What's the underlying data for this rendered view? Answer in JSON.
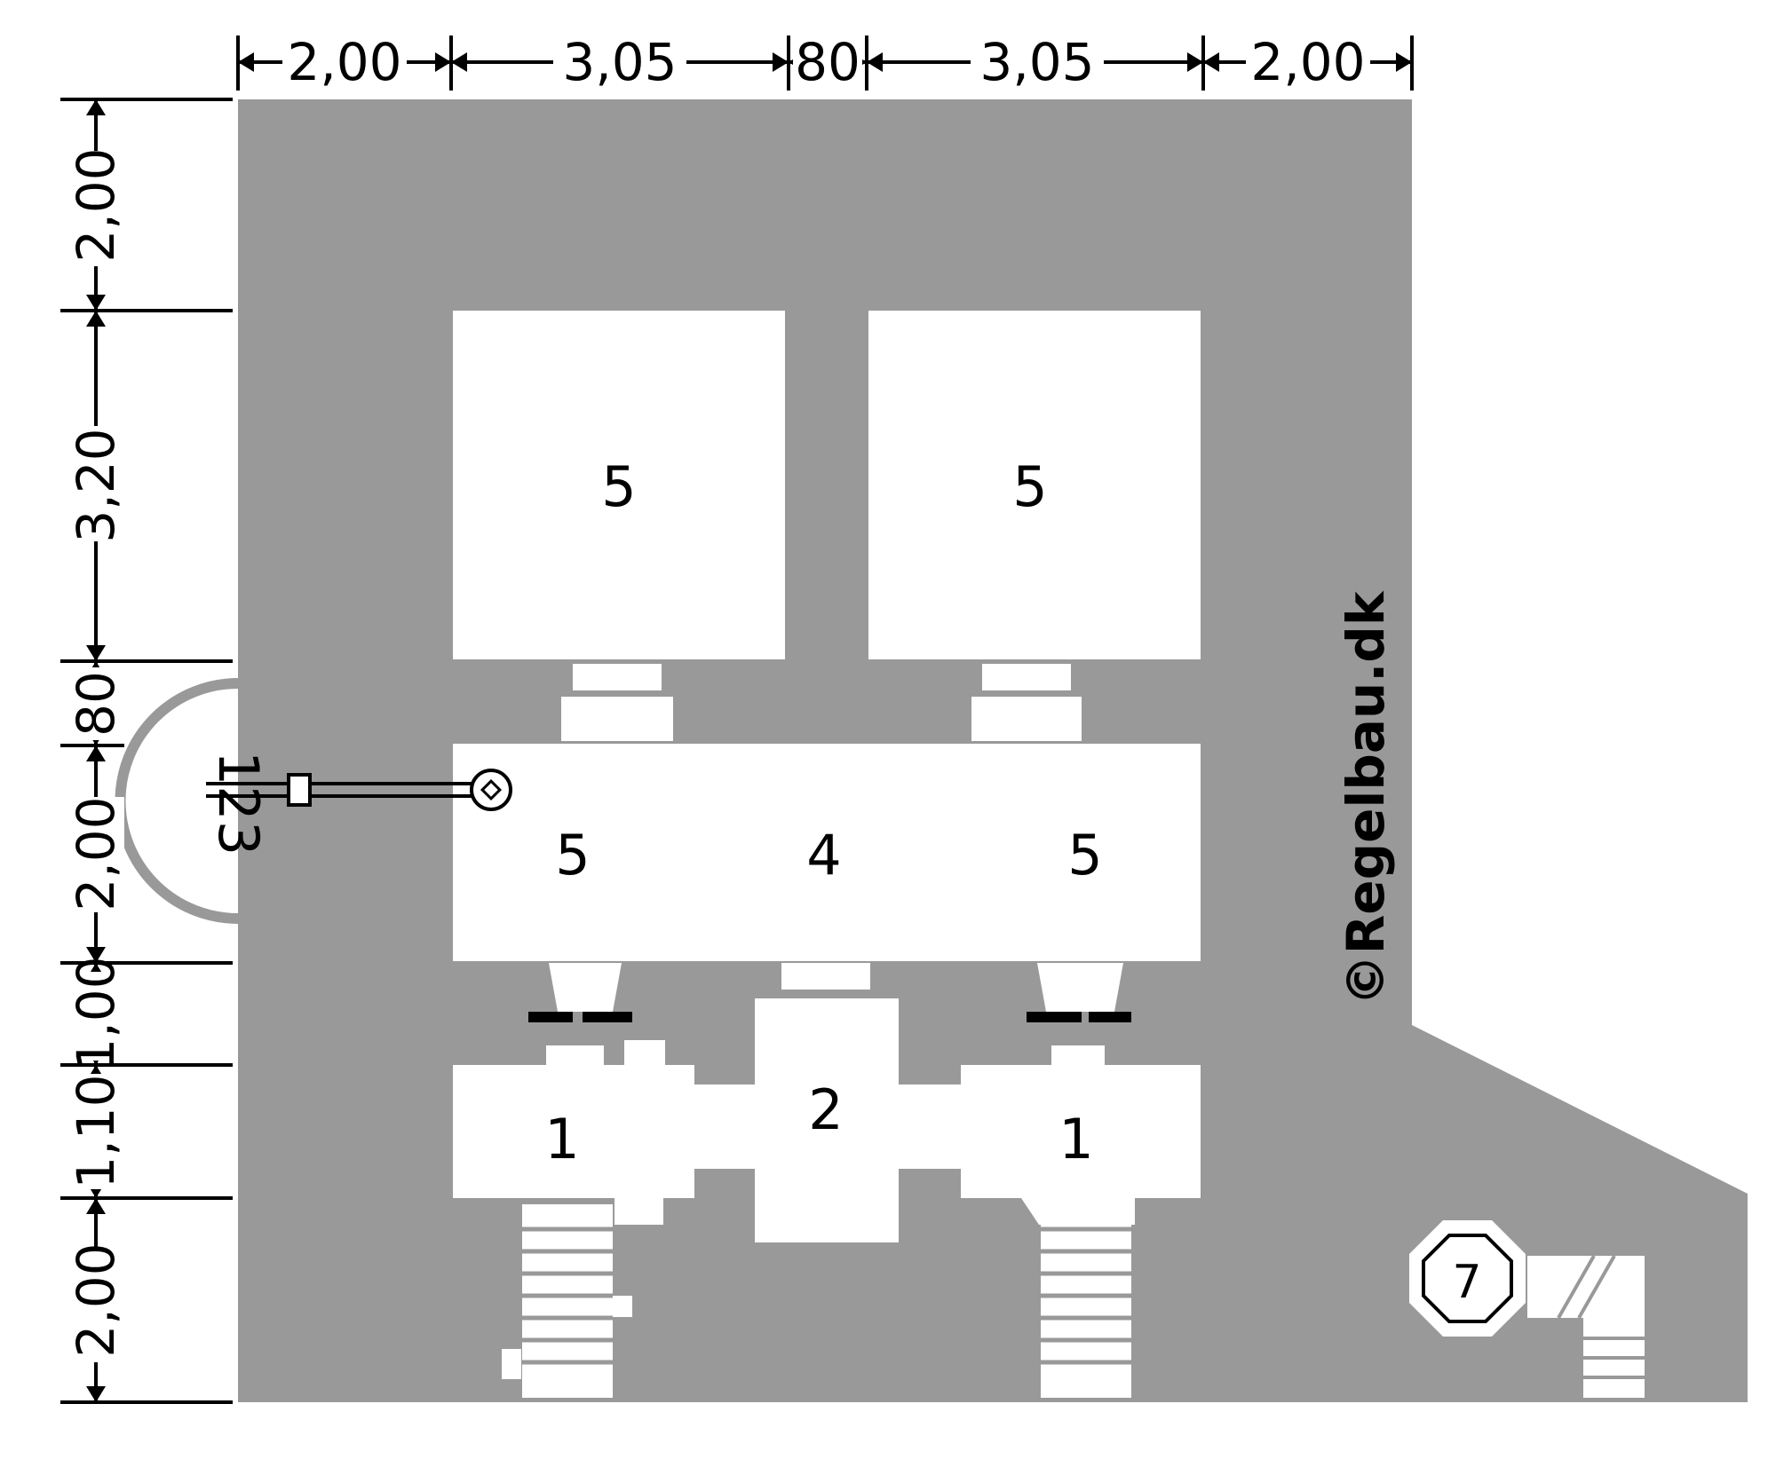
{
  "dimensions": {
    "top": [
      "2,00",
      "3,05",
      "80",
      "3,05",
      "2,00"
    ],
    "left": [
      "2,00",
      "3,20",
      "80",
      "2,00",
      "1,00",
      "1,10",
      "2,00"
    ]
  },
  "rooms": {
    "room_5_top_left": "5",
    "room_5_top_right": "5",
    "room_5_mid_left": "5",
    "room_4_mid_center": "4",
    "room_5_mid_right": "5",
    "room_1_left": "1",
    "room_2_center": "2",
    "room_1_right": "1",
    "room_7": "7",
    "side_123": "123"
  },
  "watermark": "©Regelbau.dk",
  "colors": {
    "wall": "#999999",
    "room": "#ffffff",
    "line": "#000000"
  }
}
